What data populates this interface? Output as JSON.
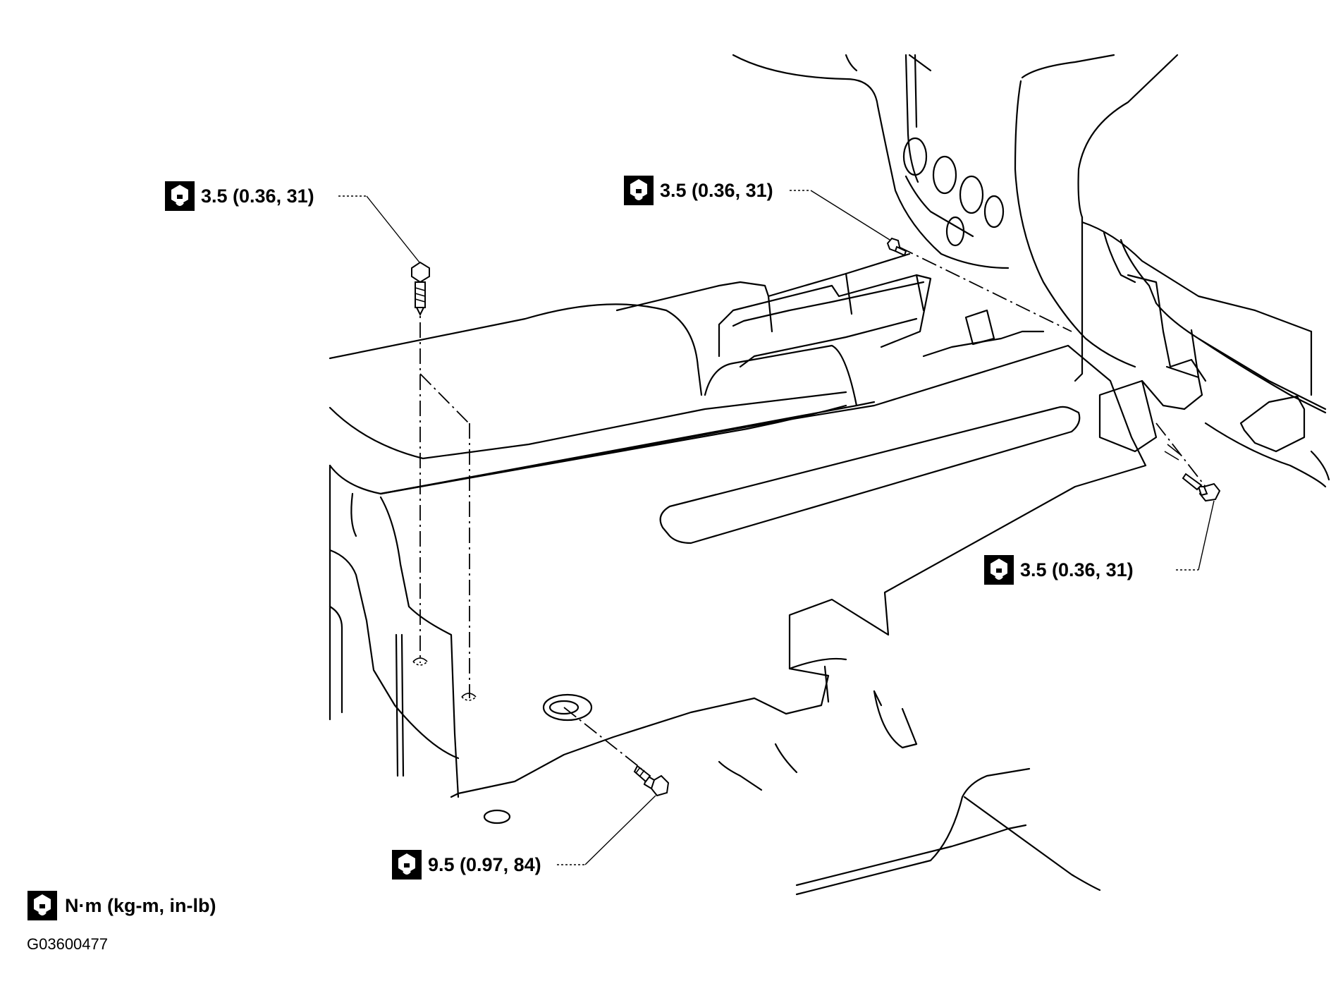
{
  "torque_icon": "torque-wrench-icon",
  "callouts": {
    "screw_top_left": "3.5 (0.36, 31)",
    "bolt_top_center": "3.5 (0.36, 31)",
    "bolt_right": "3.5 (0.36, 31)",
    "bolt_bottom": "9.5 (0.97, 84)"
  },
  "legend": {
    "units": "N·m (kg-m, in-lb)"
  },
  "figure_id": "G03600477"
}
